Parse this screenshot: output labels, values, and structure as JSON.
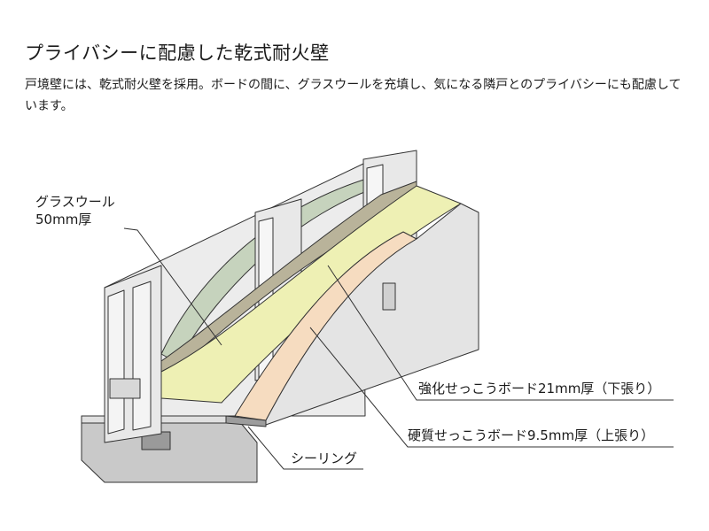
{
  "title": "プライバシーに配慮した乾式耐火壁",
  "description": "戸境壁には、乾式耐火壁を採用。ボードの間に、グラスウールを充填し、気になる隣戸とのプライバシーにも配慮しています。",
  "labels": {
    "glass_wool_line1": "グラスウール",
    "glass_wool_line2": "50mm厚",
    "strong_board": "強化せっこうボード21mm厚（下張り）",
    "hard_board": "硬質せっこうボード9.5mm厚（上張り）",
    "sealing": "シーリング"
  },
  "colors": {
    "glass_wool": "#eef0b4",
    "insulation_green": "#c9d6c0",
    "hard_board_edge": "#f6dcc0",
    "board_gray": "#e6e6e6",
    "frame_gray": "#d4d4d4",
    "outline": "#333333"
  }
}
